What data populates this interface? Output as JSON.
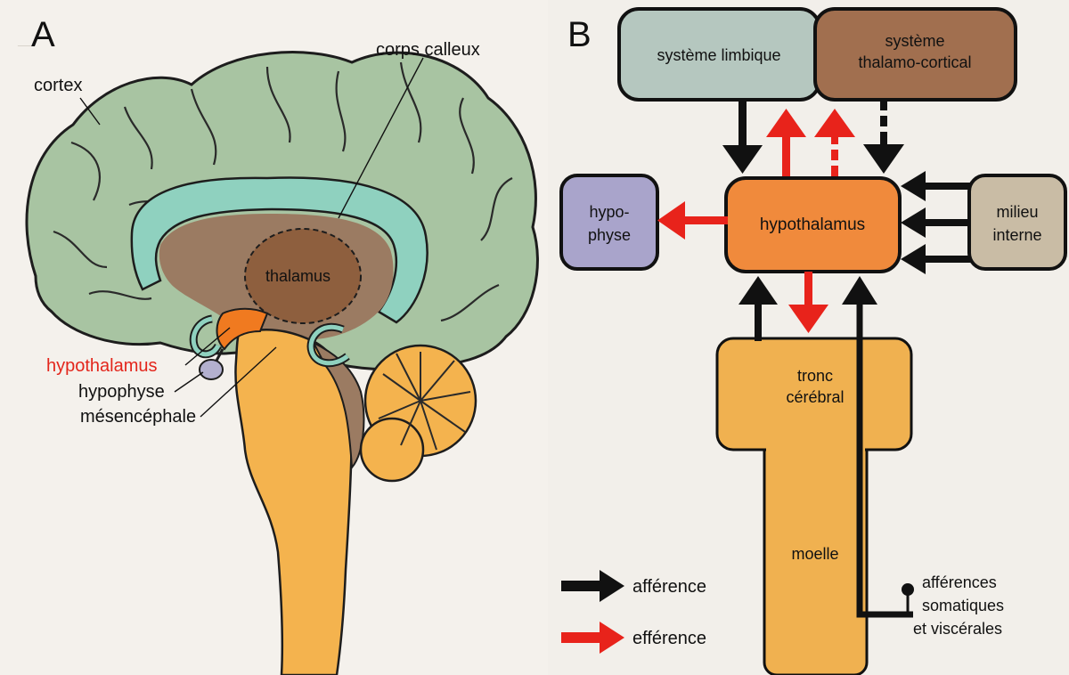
{
  "panel_a": {
    "letter": "A",
    "labels": {
      "cortex": "cortex",
      "corps_calleux": "corps calleux",
      "thalamus": "thalamus",
      "hypothalamus": "hypothalamus",
      "hypophyse": "hypophyse",
      "mesencephale": "mésencéphale"
    },
    "colors": {
      "cortex": "#a8c4a2",
      "corpus_callosum": "#8fd1bf",
      "diencephalon": "#9b7b62",
      "thalamus": "#8e5f3e",
      "hypothalamus": "#f07a20",
      "brainstem": "#f4b34e",
      "hypophyse": "#b3b0cf",
      "highlight_label": "#e3261c"
    }
  },
  "panel_b": {
    "letter": "B",
    "boxes": {
      "limbique": "système limbique",
      "thalamo_line1": "système",
      "thalamo_line2": "thalamo-cortical",
      "hypothalamus": "hypothalamus",
      "hypophyse_line1": "hypo-",
      "hypophyse_line2": "physe",
      "milieu_line1": "milieu",
      "milieu_line2": "interne",
      "tronc_line1": "tronc",
      "tronc_line2": "cérébral",
      "moelle": "moelle"
    },
    "afferences_label": [
      "afférences",
      "somatiques",
      "et viscérales"
    ],
    "legend": {
      "afference": "afférence",
      "efference": "efférence"
    },
    "colors": {
      "limbique": "#b5c7bf",
      "thalamo": "#a16f4f",
      "hypothalamus": "#f08a3c",
      "hypophyse": "#a9a4cb",
      "milieu": "#c9bca5",
      "tronc": "#f0b150",
      "afference_arrow": "#111111",
      "efference_arrow": "#e8231b"
    }
  }
}
